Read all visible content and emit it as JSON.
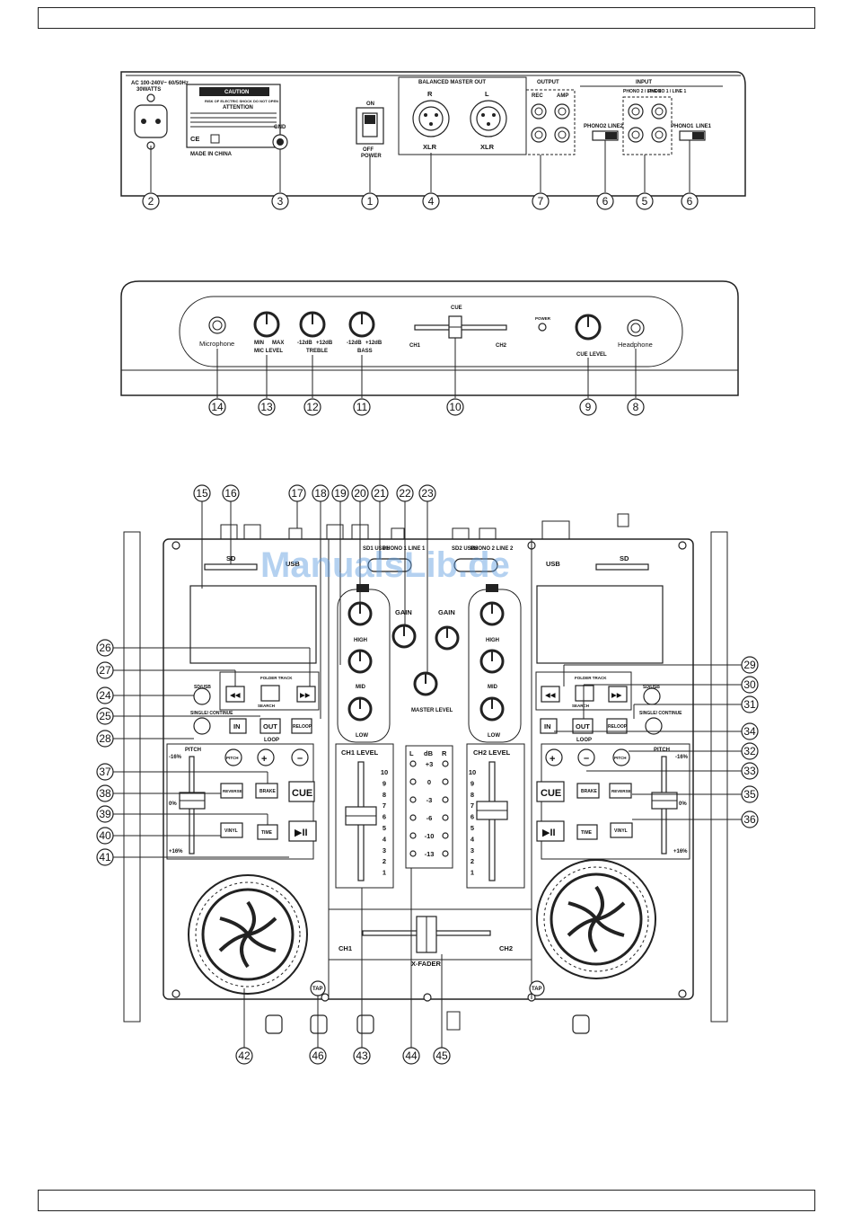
{
  "rear_panel": {
    "power_rating": "AC 100-240V~ 60/50Hz",
    "watts": "30WATTS",
    "caution_title": "CAUTION",
    "caution_sub": "RISK OF ELECTRIC SHOCK DO NOT OPEN",
    "attention": "ATTENTION",
    "made_in": "MADE IN CHINA",
    "gnd": "GND",
    "on": "ON",
    "off": "OFF",
    "power": "POWER",
    "balanced_master_out": "BALANCED MASTER OUT",
    "xlr_r": "R",
    "xlr_l": "L",
    "xlr": "XLR",
    "output": "OUTPUT",
    "rec": "REC",
    "amp": "AMP",
    "input": "INPUT",
    "phono2_line2": "PHONO 2 / LINE 2",
    "phono1_line1": "PHONO 1 / LINE 1",
    "phono2": "PHONO2",
    "line2": "LINE2",
    "phono1": "PHONO1",
    "line1": "LINE1",
    "callouts": [
      "2",
      "3",
      "1",
      "4",
      "7",
      "6",
      "5",
      "6"
    ]
  },
  "front_panel": {
    "microphone": "Microphone",
    "mic_level": "MIC LEVEL",
    "treble": "TREBLE",
    "bass": "BASS",
    "min": "MIN",
    "max": "MAX",
    "minus12": "-12dB",
    "plus12": "+12dB",
    "cue": "CUE",
    "ch1": "CH1",
    "ch2": "CH2",
    "power": "POWER",
    "cue_level": "CUE LEVEL",
    "headphone": "Headphone",
    "callouts": [
      "14",
      "13",
      "12",
      "11",
      "10",
      "9",
      "8"
    ]
  },
  "top_panel": {
    "sd": "SD",
    "usb": "USB",
    "sd1_usb1": "SD1 USB1",
    "phono1_line1": "PHONO 1 LINE 1",
    "sd2_usb2": "SD2 USB2",
    "phono2_line2": "PHONO 2 LINE 2",
    "gain": "GAIN",
    "high": "HIGH",
    "mid": "MID",
    "low": "LOW",
    "master_level": "MASTER LEVEL",
    "sd_usb_btn": "SD/USB",
    "folder_track": "FOLDER TRACK",
    "search": "SEARCH",
    "single_continue": "SINGLE/ CONTINUE",
    "in": "IN",
    "out": "OUT",
    "reloop": "RELOOP",
    "loop": "LOOP",
    "pitch": "PITCH",
    "minus16": "-16%",
    "zero": "0%",
    "plus16": "+16%",
    "reverse": "REVERSE",
    "brake": "BRAKE",
    "cue_btn": "CUE",
    "vinyl": "VINYL",
    "time": "TIME",
    "ch1_level": "CH1 LEVEL",
    "ch2_level": "CH2 LEVEL",
    "meter_l": "L",
    "meter_db": "dB",
    "meter_r": "R",
    "meter_values": [
      "+3",
      "0",
      "-3",
      "-6",
      "-10",
      "-13"
    ],
    "fader_scale": [
      "10",
      "9",
      "8",
      "7",
      "6",
      "5",
      "4",
      "3",
      "2",
      "1"
    ],
    "ch1": "CH1",
    "ch2": "CH2",
    "x_fader": "X-FADER",
    "tap": "TAP",
    "callouts_top": [
      "15",
      "16",
      "17",
      "18",
      "19",
      "20",
      "21",
      "22",
      "23"
    ],
    "callouts_left": [
      "26",
      "27",
      "24",
      "25",
      "28",
      "37",
      "38",
      "39",
      "40",
      "41"
    ],
    "callouts_right": [
      "29",
      "30",
      "31",
      "34",
      "32",
      "33",
      "35",
      "36"
    ],
    "callouts_bottom": [
      "42",
      "46",
      "43",
      "44",
      "45"
    ]
  },
  "watermark": "ManualsLib.de"
}
